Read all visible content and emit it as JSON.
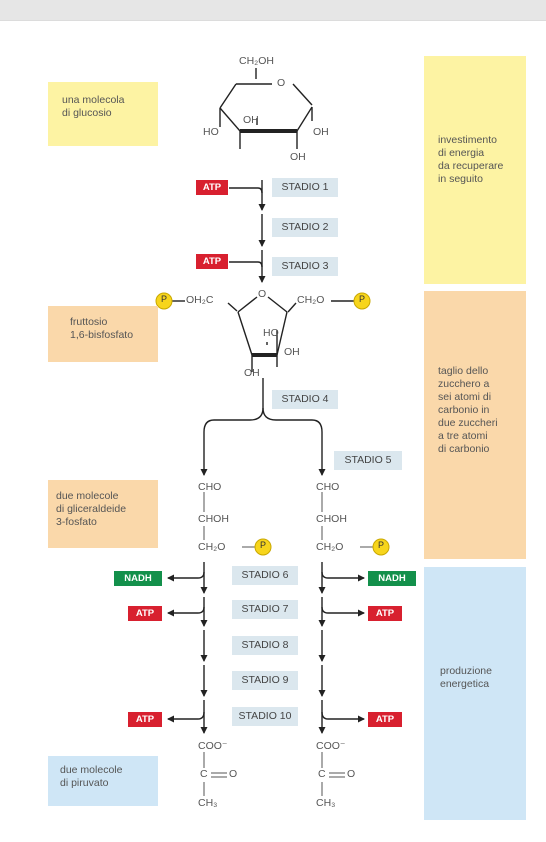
{
  "labels": {
    "glucose": [
      "una molecola",
      "di glucosio"
    ],
    "fructose": [
      "fruttosio",
      "1,6-bisfosfato"
    ],
    "glyceraldehyde": [
      "due molecole",
      "di gliceraldeide",
      "3-fosfato"
    ],
    "pyruvate": [
      "due molecole",
      "di piruvato"
    ]
  },
  "phases": {
    "investment": [
      "investimento",
      "di energia",
      "da recuperare",
      "in seguito"
    ],
    "cleavage": [
      "taglio dello",
      "zucchero a",
      "sei atomi di",
      "carbonio in",
      "due zuccheri",
      "a tre atomi",
      "di carbonio"
    ],
    "production": [
      "produzione",
      "energetica"
    ]
  },
  "stages": {
    "s1": "STADIO 1",
    "s2": "STADIO 2",
    "s3": "STADIO 3",
    "s4": "STADIO 4",
    "s5": "STADIO 5",
    "s6": "STADIO 6",
    "s7": "STADIO 7",
    "s8": "STADIO 8",
    "s9": "STADIO 9",
    "s10": "STADIO 10"
  },
  "tags": {
    "atp": "ATP",
    "nadh": "NADH",
    "p": "P"
  },
  "chem": {
    "ch2oh": "CH₂OH",
    "o": "O",
    "ho": "HO",
    "oh": "OH",
    "oh2c": "OH₂C",
    "ch2o": "CH₂O",
    "cho": "CHO",
    "choh": "CHOH",
    "coo": "COO⁻",
    "c": "C",
    "ch3": "CH₃"
  },
  "colors": {
    "yellow": "#fdf3a3",
    "orange": "#fad8aa",
    "blue": "#cfe6f6",
    "atp": "#d8202f",
    "nadh": "#13904b",
    "phosphate": "#f7d51c",
    "stage": "#dbe7ee"
  }
}
